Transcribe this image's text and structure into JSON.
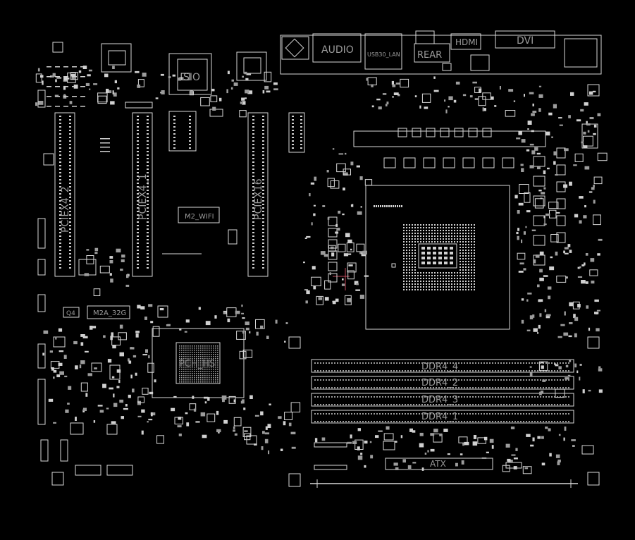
{
  "labels": {
    "audio": "AUDIO",
    "usb": "USB30_LAN",
    "rear": "REAR",
    "hdmi": "HDMI",
    "dvi": "DVI",
    "sio": "SIO",
    "pciex4_2": "PCIEX4_2",
    "pciex4_1": "PCIEX4_1",
    "pciex16": "PCIEX16",
    "m2_wifi": "M2_WIFI",
    "m2a_32g": "M2A_32G",
    "q4": "Q4",
    "pch": "PCH_HS",
    "ddr4_4": "DDR4_4",
    "ddr4_2": "DDR4_2",
    "ddr4_3": "DDR4_3",
    "ddr4_1": "DDR4_1",
    "atx": "ATX"
  },
  "colors": {
    "background": "#000000",
    "outline": "#d8d8d8",
    "label": "#9a9a9a",
    "marker": "#c0485a"
  }
}
